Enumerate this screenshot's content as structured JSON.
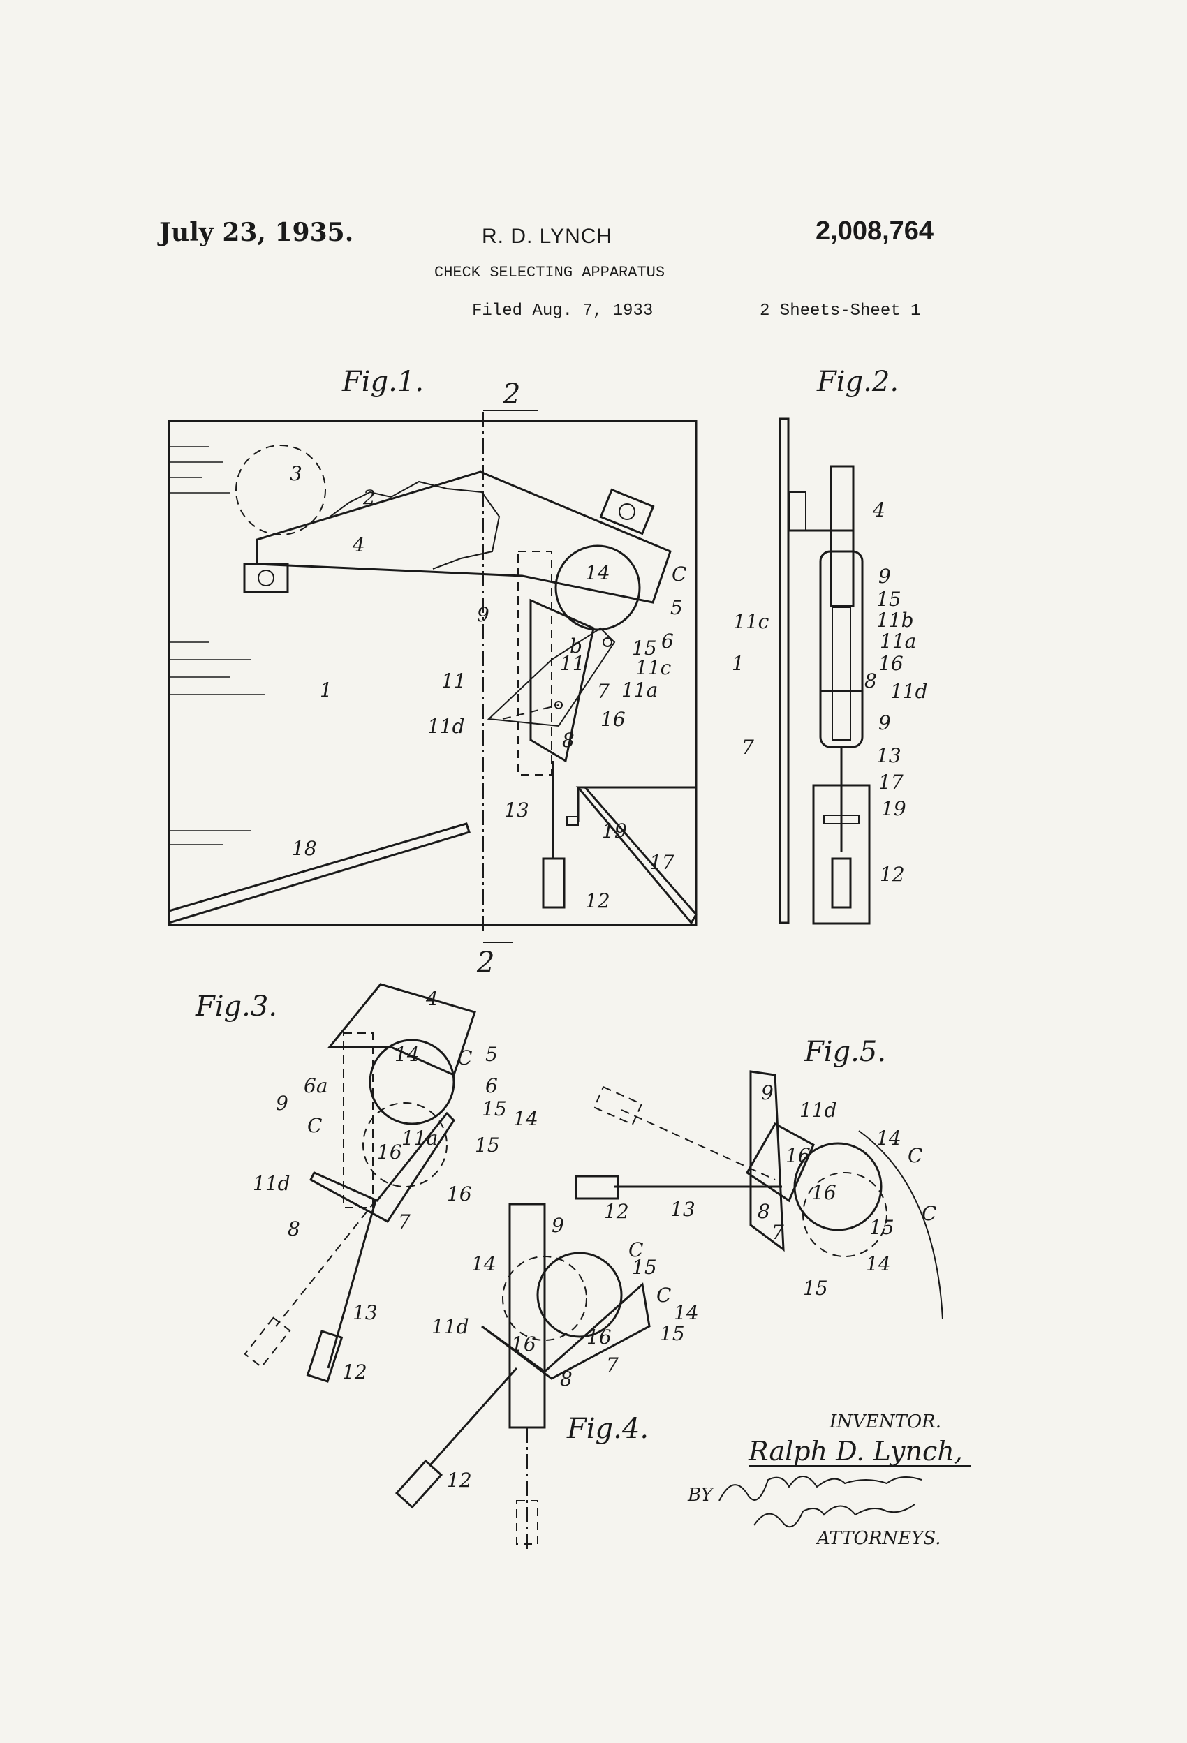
{
  "header": {
    "date": "July 23, 1935.",
    "inventor_short": "R. D. LYNCH",
    "patent_number": "2,008,764",
    "title": "CHECK SELECTING APPARATUS",
    "filed": "Filed Aug. 7, 1933",
    "sheets": "2 Sheets-Sheet 1"
  },
  "figures": {
    "fig1_label": "Fig.1.",
    "fig2_label": "Fig.2.",
    "fig3_label": "Fig.3.",
    "fig4_label": "Fig.4.",
    "fig5_label": "Fig.5.",
    "section_mark": "2",
    "section_mark_bottom": "2"
  },
  "refs": {
    "r1": "1",
    "r2": "2",
    "r3": "3",
    "r4": "4",
    "r5": "5",
    "r6": "6",
    "r6a": "6a",
    "r7": "7",
    "r8": "8",
    "r9": "9",
    "r11": "11",
    "r11a": "11a",
    "r11b": "11b",
    "r11c": "11c",
    "r11d": "11d",
    "r12": "12",
    "r13": "13",
    "r14": "14",
    "r15": "15",
    "r16": "16",
    "r17": "17",
    "r18": "18",
    "r19": "19",
    "rb": "b",
    "rC": "C"
  },
  "signature": {
    "inventor_label": "INVENTOR.",
    "inventor_name": "Ralph D. Lynch,",
    "by_label": "BY",
    "attorneys_label": "ATTORNEYS."
  }
}
